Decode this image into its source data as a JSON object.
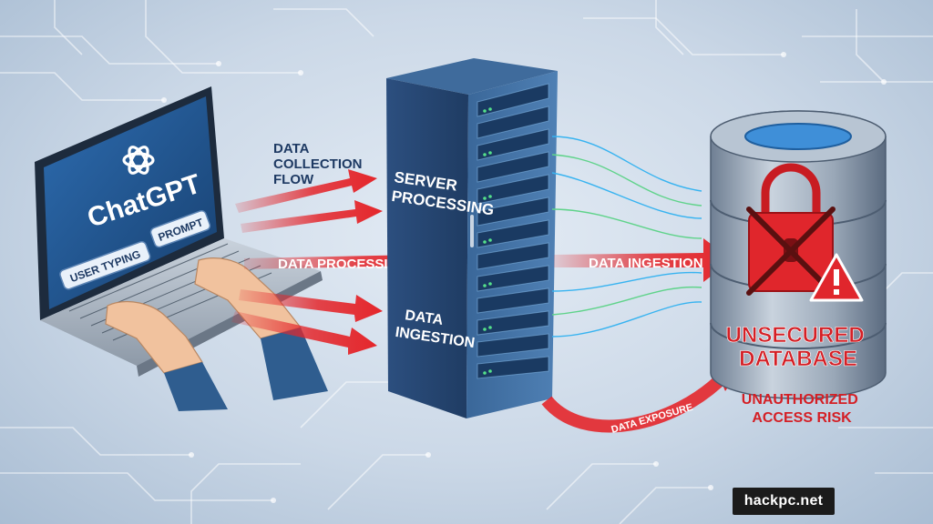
{
  "laptop": {
    "app_name": "ChatGPT",
    "tag_user_typing": "USER TYPING",
    "tag_prompt": "PROMPT"
  },
  "labels": {
    "data_collection_flow": [
      "DATA",
      "COLLECTION",
      "FLOW"
    ],
    "data_processing": "DATA PROCESSING",
    "server_processing": [
      "SERVER",
      "PROCESSING"
    ],
    "server_ingestion": [
      "DATA",
      "INGESTION"
    ],
    "data_ingestion": "DATA INGESTION",
    "data_exposure": "DATA EXPOSURE",
    "unsecured_database": [
      "UNSECURED",
      "DATABASE"
    ],
    "unauthorized_access": [
      "UNAUTHORIZED",
      "ACCESS RISK"
    ]
  },
  "watermark": "hackpc.net",
  "colors": {
    "arrow_red": "#e4262b",
    "label_blue": "#1e3a63",
    "alert_red": "#d41f25",
    "screen_blue": "#1d4f86",
    "server_blue": "#2a4e7e"
  },
  "icons": {
    "app_logo": "openai-logo-icon",
    "lock": "padlock-icon",
    "warning": "warning-triangle-icon",
    "cross": "cross-mark-icon"
  }
}
